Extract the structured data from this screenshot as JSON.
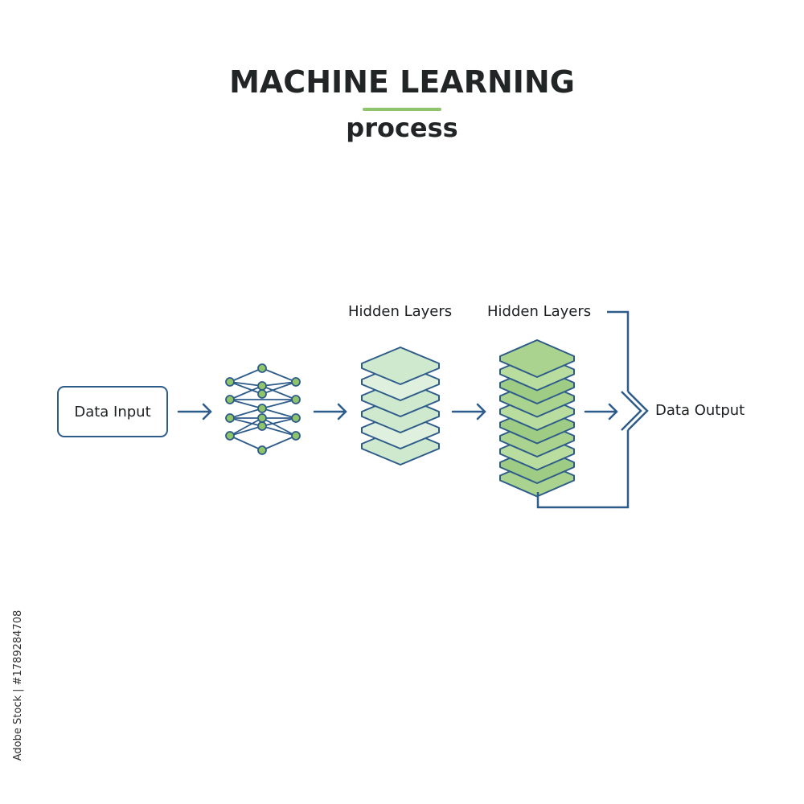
{
  "title": "MACHINE LEARNING",
  "subtitle": "process",
  "nodes": {
    "input_label": "Data Input",
    "hidden_label_1": "Hidden Layers",
    "hidden_label_2": "Hidden Layers",
    "output_label": "Data Output"
  },
  "watermark": "Adobe Stock | #1789284708",
  "colors": {
    "outline": "#2e5c8a",
    "accent_green": "#8fc46a",
    "light_green": "#cfe9cf",
    "mid_green": "#a9d38f",
    "text": "#222526"
  }
}
